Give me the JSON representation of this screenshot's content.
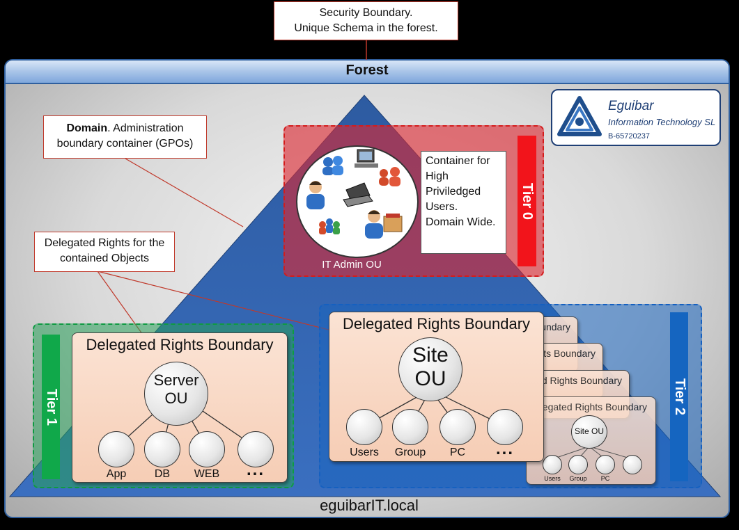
{
  "security_callout": {
    "line1": "Security Boundary.",
    "line2": "Unique Schema in the forest."
  },
  "forest": {
    "title": "Forest"
  },
  "domain_callout": {
    "bold": "Domain",
    "rest": ". Administration",
    "line2": "boundary container (GPOs)"
  },
  "delegated_callout": {
    "line1": "Delegated Rights for the",
    "line2": "contained Objects"
  },
  "logo": {
    "name": "Eguibar",
    "subtitle": "Information Technology SL",
    "code": "B-65720237"
  },
  "tier0": {
    "label": "Tier 0",
    "ou_label": "IT Admin OU",
    "container_text": [
      "Container for",
      "High",
      "Priviledged",
      "Users.",
      "Domain Wide."
    ]
  },
  "tier1": {
    "label": "Tier 1",
    "box_title": "Delegated Rights Boundary",
    "root": [
      "Server",
      "OU"
    ],
    "children": [
      "App",
      "DB",
      "WEB",
      "..."
    ]
  },
  "tier2": {
    "label": "Tier 2",
    "box_title": "Delegated Rights Boundary",
    "root": [
      "Site",
      "OU"
    ],
    "children": [
      "Users",
      "Group",
      "PC",
      "..."
    ],
    "stack_titles": [
      "undary",
      "ts Boundary",
      "d Rights Boundary",
      "elegated Rights Boundary"
    ],
    "mini_root": "Site OU",
    "mini_children": [
      "Users",
      "Group",
      "PC"
    ]
  },
  "domain_name": "eguibarIT.local",
  "colors": {
    "tier0": "#e8171c",
    "tier1": "#12a64a",
    "tier2": "#1565c0",
    "pyramid": "#2a5699",
    "callout_border": "#c0392b"
  }
}
